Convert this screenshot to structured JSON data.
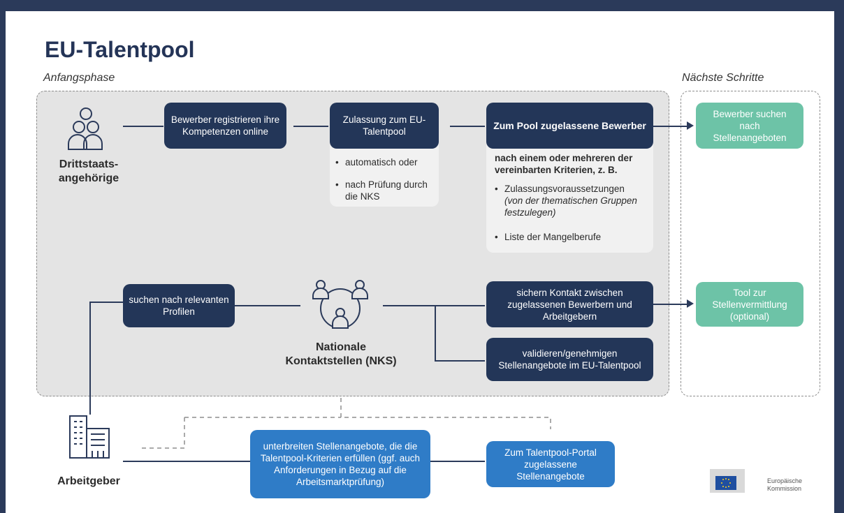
{
  "title": "EU-Talentpool",
  "phase_left": "Anfangsphase",
  "phase_right": "Nächste Schritte",
  "actors": {
    "drittstaats_line1": "Drittstaats-",
    "drittstaats_line2": "angehörige",
    "nks_line1": "Nationale",
    "nks_line2": "Kontaktstellen (NKS)",
    "arbeitgeber": "Arbeitgeber"
  },
  "boxes": {
    "register": "Bewerber registrieren ihre Kompetenzen online",
    "zulassung": "Zulassung zum EU-Talentpool",
    "pool_title": "Zum Pool zugelassene Bewerber",
    "suchen_profile": "suchen nach relevanten Profilen",
    "sichern_kontakt": "sichern Kontakt zwischen zugelassenen Bewerbern und Arbeitgebern",
    "validieren": "validieren/genehmigen Stellenangebote im EU-Talentpool",
    "unterbreiten": "unterbreiten Stellenangebote, die die Talentpool-Kriterien erfüllen (ggf. auch Anforderungen in Bezug auf die Arbeitsmarktprüfung)",
    "portal": "Zum Talentpool-Portal zugelassene Stellenangebote",
    "next_bewerber": "Bewerber suchen nach Stellenangeboten",
    "next_tool": "Tool zur Stellenvermittlung (optional)"
  },
  "zulassung_bullets": [
    "automatisch oder",
    "nach Prüfung durch die NKS"
  ],
  "pool_criteria_heading": "nach einem oder mehreren der vereinbarten Kriterien, z. B.",
  "pool_bullet1_main": "Zulassungsvoraussetzungen",
  "pool_bullet1_note": "(von der thematischen Gruppen festzulegen)",
  "pool_bullet2": "Liste der Mangelberufe",
  "logo": {
    "line1": "Europäische",
    "line2": "Kommission"
  },
  "colors": {
    "navy": "#233658",
    "teal": "#6dc3a7",
    "blue": "#2f7cc7",
    "gray": "#e4e4e4",
    "frame": "#2b3a5a"
  }
}
